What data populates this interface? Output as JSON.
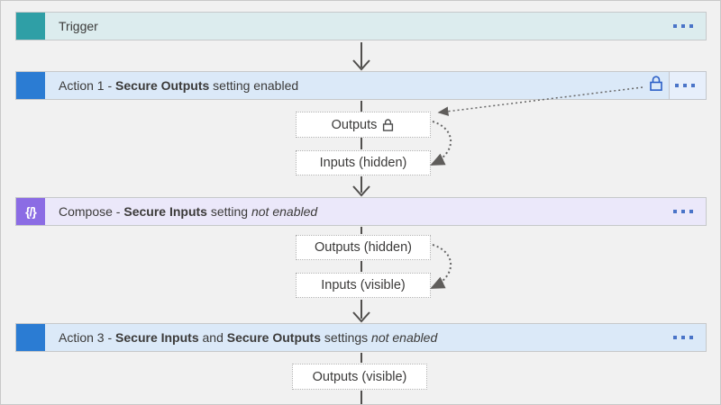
{
  "colors": {
    "canvas_bg": "#f1f1f1",
    "frame_border": "#c9c9c9",
    "trigger_accent": "#2f9fa6",
    "trigger_bg": "#dcecee",
    "action_accent": "#2b7cd3",
    "action_bg": "#dbe9f8",
    "compose_accent": "#8b6ce4",
    "compose_bg": "#ebe8fa",
    "ellipsis_blue": "#4a74c8",
    "lock_blue": "#2b5fc7",
    "text": "#3b3a39",
    "arrow": "#514f4d",
    "dotted_arrow": "#666666"
  },
  "nodes": {
    "trigger": {
      "segments": [
        {
          "text": "Trigger"
        }
      ]
    },
    "action1": {
      "segments": [
        {
          "text": "Action 1 - "
        },
        {
          "text": "Secure Outputs",
          "bold": true
        },
        {
          "text": " setting enabled"
        }
      ]
    },
    "compose": {
      "icon_glyph": "{/}",
      "segments": [
        {
          "text": "Compose - "
        },
        {
          "text": "Secure Inputs",
          "bold": true
        },
        {
          "text": " setting "
        },
        {
          "text": "not enabled",
          "italic": true
        }
      ]
    },
    "action3": {
      "segments": [
        {
          "text": "Action 3 - "
        },
        {
          "text": "Secure Inputs",
          "bold": true
        },
        {
          "text": " and "
        },
        {
          "text": "Secure Outputs",
          "bold": true
        },
        {
          "text": " settings "
        },
        {
          "text": "not enabled",
          "italic": true
        }
      ]
    }
  },
  "pills": {
    "action1_outputs": {
      "label": "Outputs"
    },
    "action1_inputs": {
      "label": "Inputs (hidden)"
    },
    "compose_outputs": {
      "label": "Outputs (hidden)"
    },
    "compose_inputs": {
      "label": "Inputs (visible)"
    },
    "action3_outputs": {
      "label": "Outputs (visible)"
    }
  }
}
